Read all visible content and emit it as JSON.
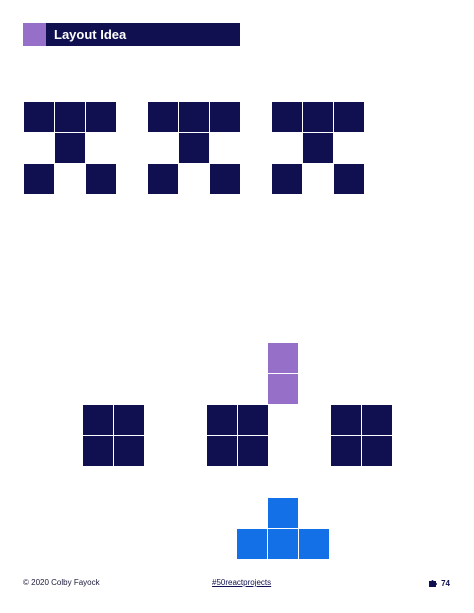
{
  "header": {
    "title": "Layout Idea"
  },
  "colors": {
    "navy": "#101050",
    "purple": "#9670c8",
    "blue": "#1470e6"
  },
  "footer": {
    "copyright": "© 2020 Colby Fayock",
    "hashtag": "#50reactprojects",
    "page_number": "74",
    "icon": "puzzle-icon"
  }
}
